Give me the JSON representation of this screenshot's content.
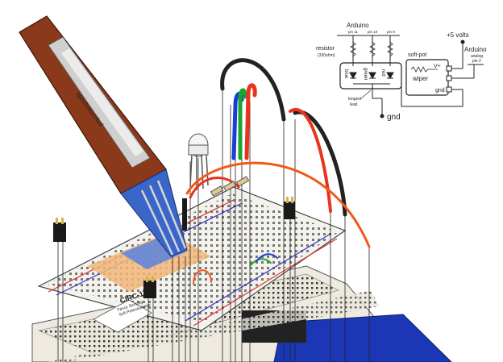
{
  "schematic": {
    "arduino_top": "Arduino",
    "pins": [
      "pin 11",
      "pin 10",
      "pin 9"
    ],
    "resistor_label": "resistor",
    "resistor_value": "(330ohm)",
    "led_legs": [
      "blue",
      "green",
      "red"
    ],
    "longest_lead_1": "longest",
    "longest_lead_2": "lead",
    "gnd_led": "gnd",
    "softpot_title": "soft-pot",
    "softpot_vplus": "V+",
    "softpot_wiper": "wiper",
    "softpot_gnd": "gnd",
    "supply": "+5 volts",
    "arduino_right": "Arduino",
    "analog_1": "analog",
    "analog_2": "pin 2"
  },
  "breadboard": {
    "label_code": "CIRC-14",
    "label_line1": "Fancy Sensing",
    "label_line2": "Soft Potentiometer"
  },
  "sensor": {
    "print": "spectrasymbol"
  },
  "colors": {
    "sensor_body": "#8a3a1a",
    "sensor_strip": "#bdbdbd",
    "sensor_tail": "#3a66c9",
    "wire_red": "#e8341f",
    "wire_black": "#222222",
    "wire_blue": "#1a3fd0",
    "wire_green": "#1aa530",
    "wire_orange": "#f05a1a",
    "board_base": "#eeeae0"
  }
}
